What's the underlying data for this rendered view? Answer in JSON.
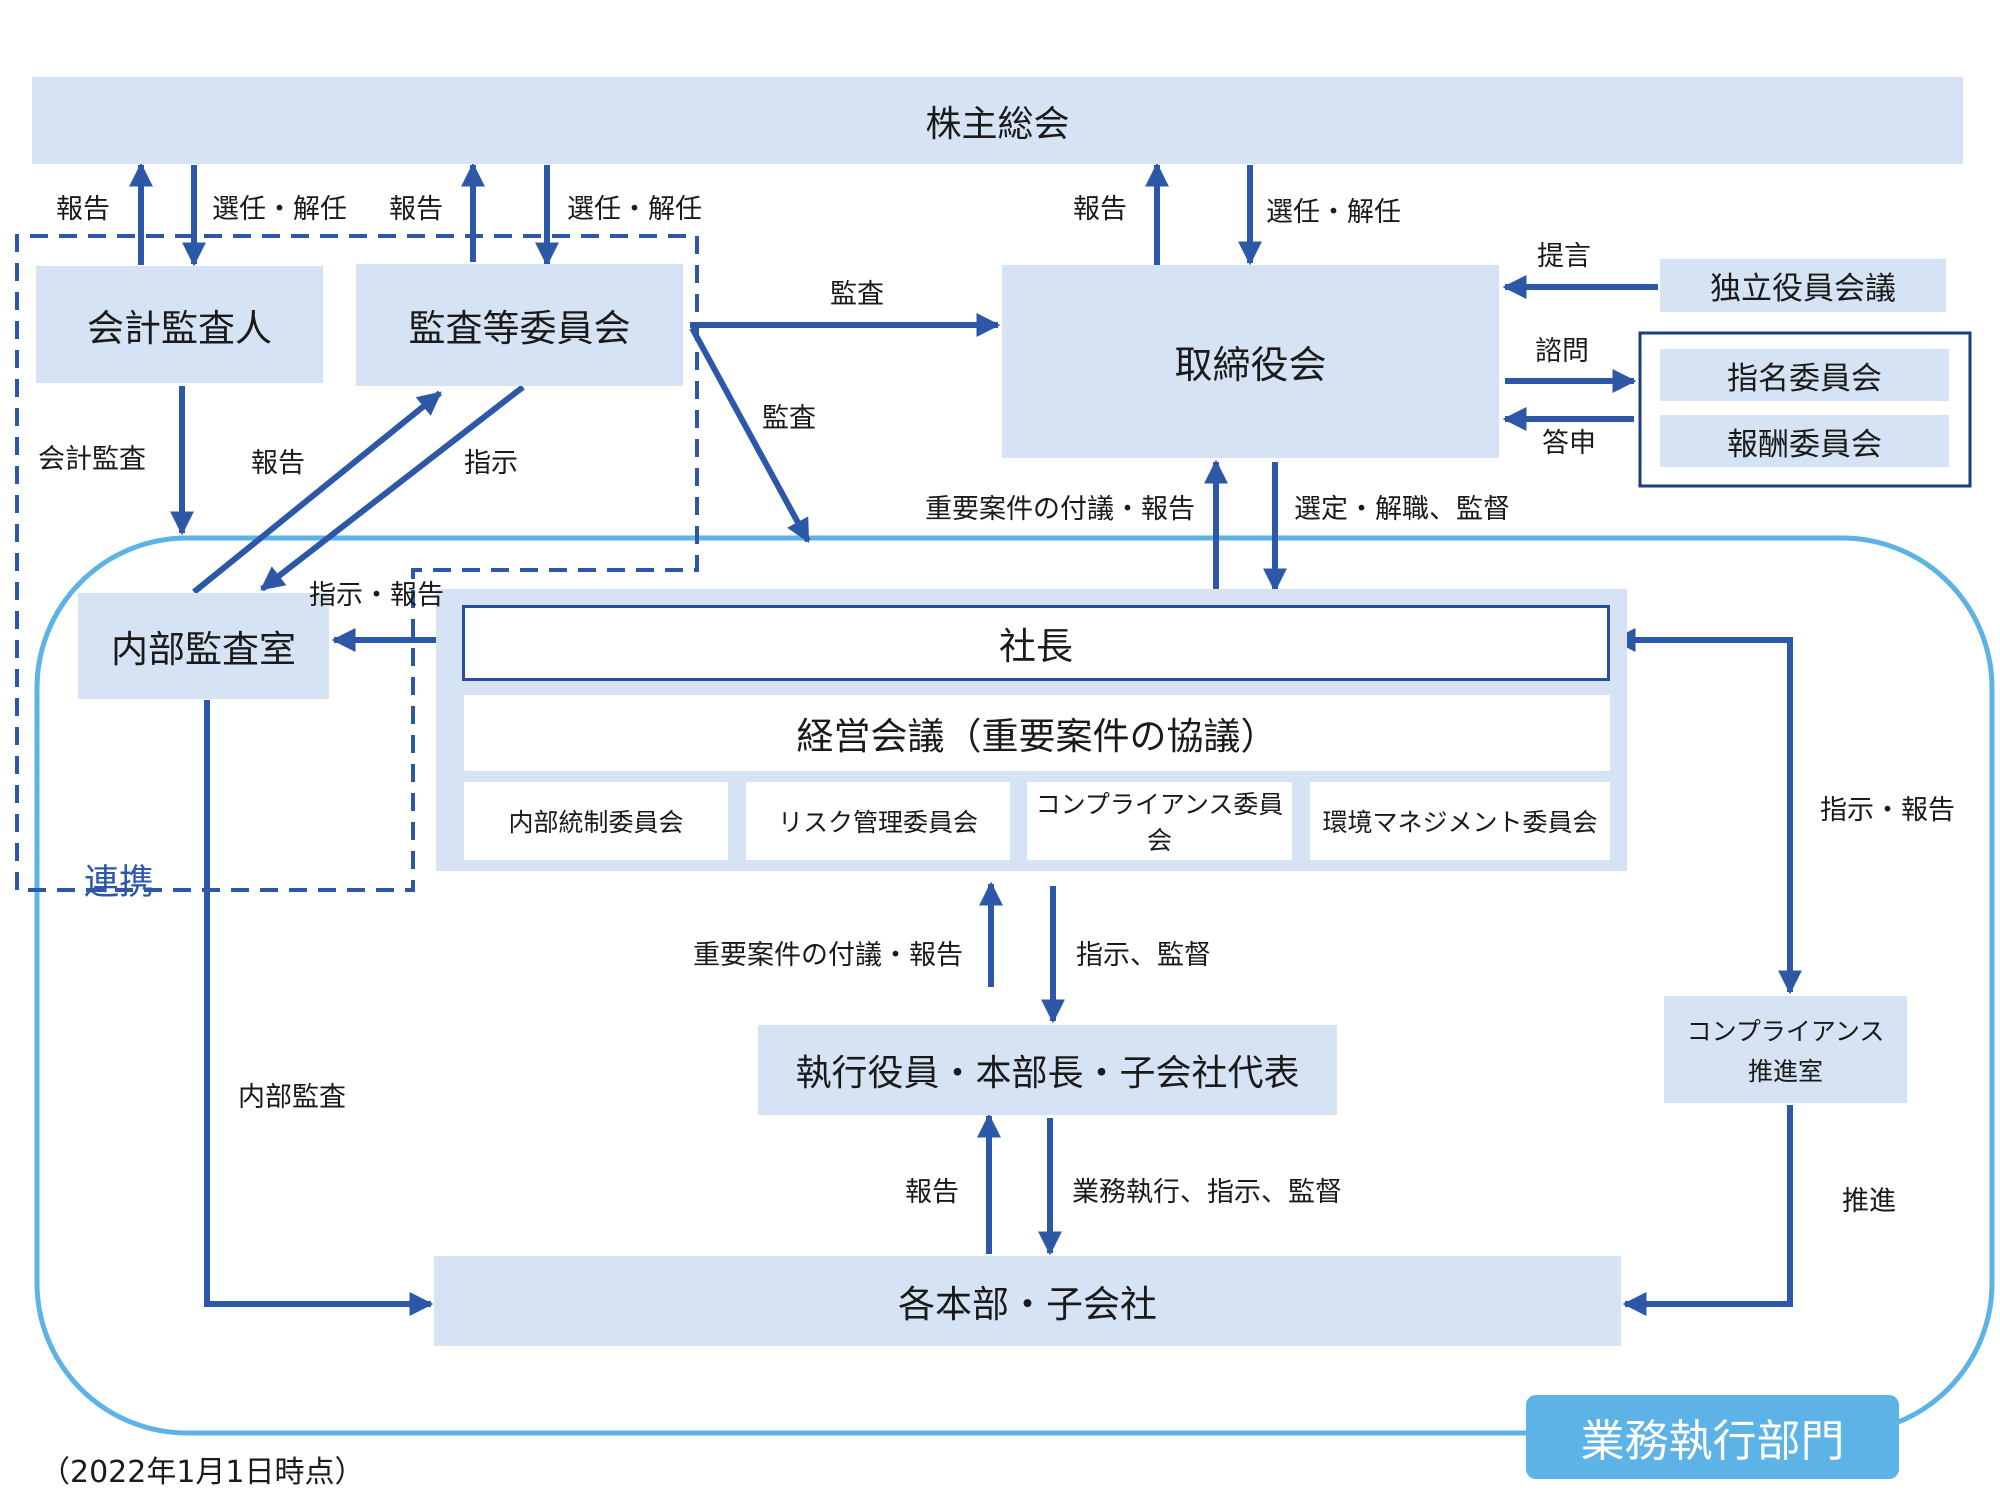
{
  "colors": {
    "box_fill": "#d6e3f4",
    "arrow": "#2d58a7",
    "dashed": "#2d58a7",
    "department_outline": "#5db2e6",
    "department_tab": "#5db2e6",
    "committee_group_border": "#1f3d7a",
    "president_border": "#2a4f9a"
  },
  "boxes": {
    "shareholders_meeting": "株主総会",
    "accounting_auditor": "会計監査人",
    "audit_committee": "監査等委員会",
    "board": "取締役会",
    "independent_officers": "独立役員会議",
    "nomination_committee": "指名委員会",
    "compensation_committee": "報酬委員会",
    "internal_audit_office": "内部監査室",
    "president": "社長",
    "management_meeting": "経営会議（重要案件の協議）",
    "internal_control_committee": "内部統制委員会",
    "risk_committee": "リスク管理委員会",
    "compliance_committee": "コンプライアンス委員会",
    "environment_committee": "環境マネジメント委員会",
    "executives": "執行役員・本部長・子会社代表",
    "compliance_office_line1": "コンプライアンス",
    "compliance_office_line2": "推進室",
    "divisions": "各本部・子会社",
    "department_tab": "業務執行部門"
  },
  "labels": {
    "report_1": "報告",
    "elect_1": "選任・解任",
    "report_2": "報告",
    "elect_2": "選任・解任",
    "report_3": "報告",
    "elect_3": "選任・解任",
    "audit_1": "監査",
    "audit_2": "監査",
    "proposal": "提言",
    "consult": "諮問",
    "respond": "答申",
    "accounting_audit": "会計監査",
    "report_4": "報告",
    "instruct": "指示",
    "instruct_report_1": "指示・報告",
    "submit_report_1": "重要案件の付議・報告",
    "select_dismiss": "選定・解職、監督",
    "instruct_report_2": "指示・報告",
    "cooperation": "連携",
    "submit_report_2": "重要案件の付議・報告",
    "instruct_supervise": "指示、監督",
    "internal_audit": "内部監査",
    "report_5": "報告",
    "execute": "業務執行、指示、監督",
    "promote": "推進",
    "date_note": "（2022年1月1日時点）"
  }
}
